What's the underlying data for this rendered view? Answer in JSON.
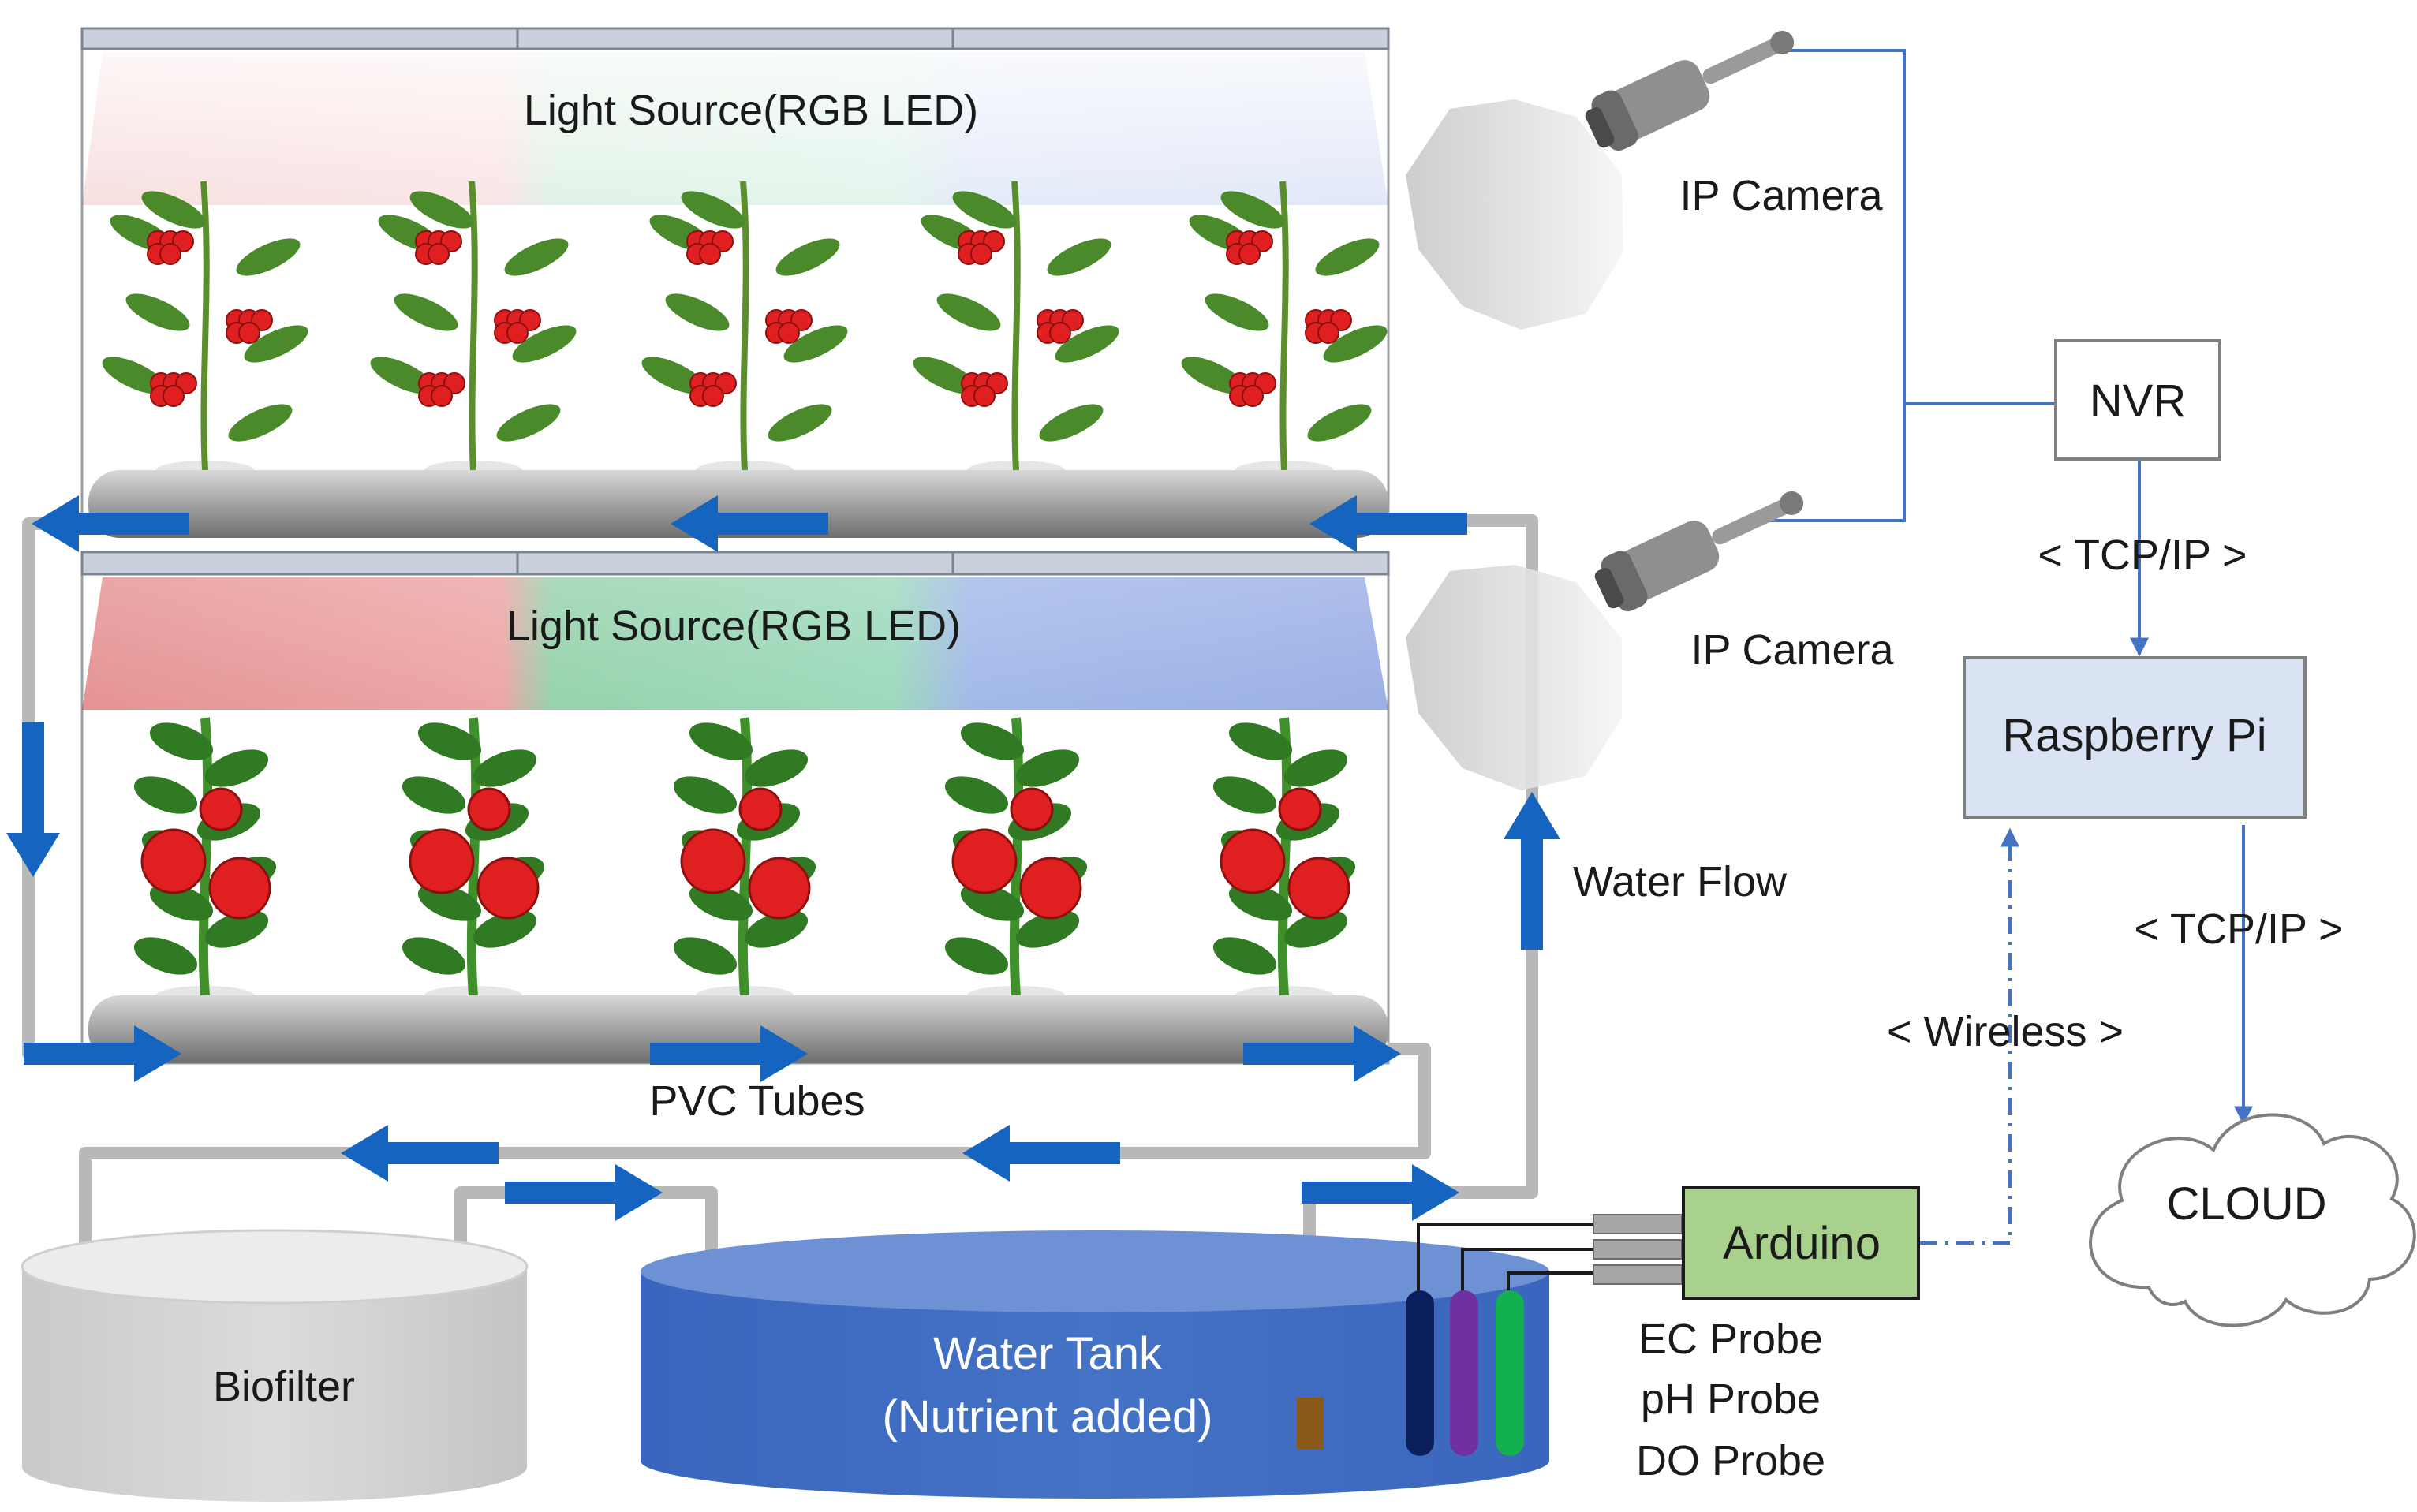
{
  "labels": {
    "light_source_top": "Light Source(RGB LED)",
    "light_source_bottom": "Light Source(RGB LED)",
    "ip_camera_top": "IP Camera",
    "ip_camera_bottom": "IP Camera",
    "nvr": "NVR",
    "tcpip_1": "< TCP/IP >",
    "raspberry_pi": "Raspberry Pi",
    "tcpip_2": "< TCP/IP >",
    "wireless": "< Wireless >",
    "cloud": "CLOUD",
    "water_flow": "Water Flow",
    "pvc_tubes": "PVC Tubes",
    "biofilter": "Biofilter",
    "water_tank_line1": "Water Tank",
    "water_tank_line2": "(Nutrient  added)",
    "arduino": "Arduino",
    "ec_probe": "EC Probe",
    "ph_probe": "pH Probe",
    "do_probe": "DO Probe"
  },
  "colors": {
    "led_red": "#d42020",
    "led_green": "#1fa14a",
    "led_blue": "#2b55c9",
    "flow_arrow": "#1565c0",
    "pipe": "#b8b8b8",
    "tank": "#3f6cc4",
    "arduino_box": "#a9d18e",
    "rpi_box": "#dae3f3",
    "link_line": "#4472c4",
    "tomato": "#e02020",
    "leaf": "#4a8a2a",
    "probe_ec": "#0b1f5c",
    "probe_ph": "#7030a0",
    "probe_do": "#13b050"
  }
}
